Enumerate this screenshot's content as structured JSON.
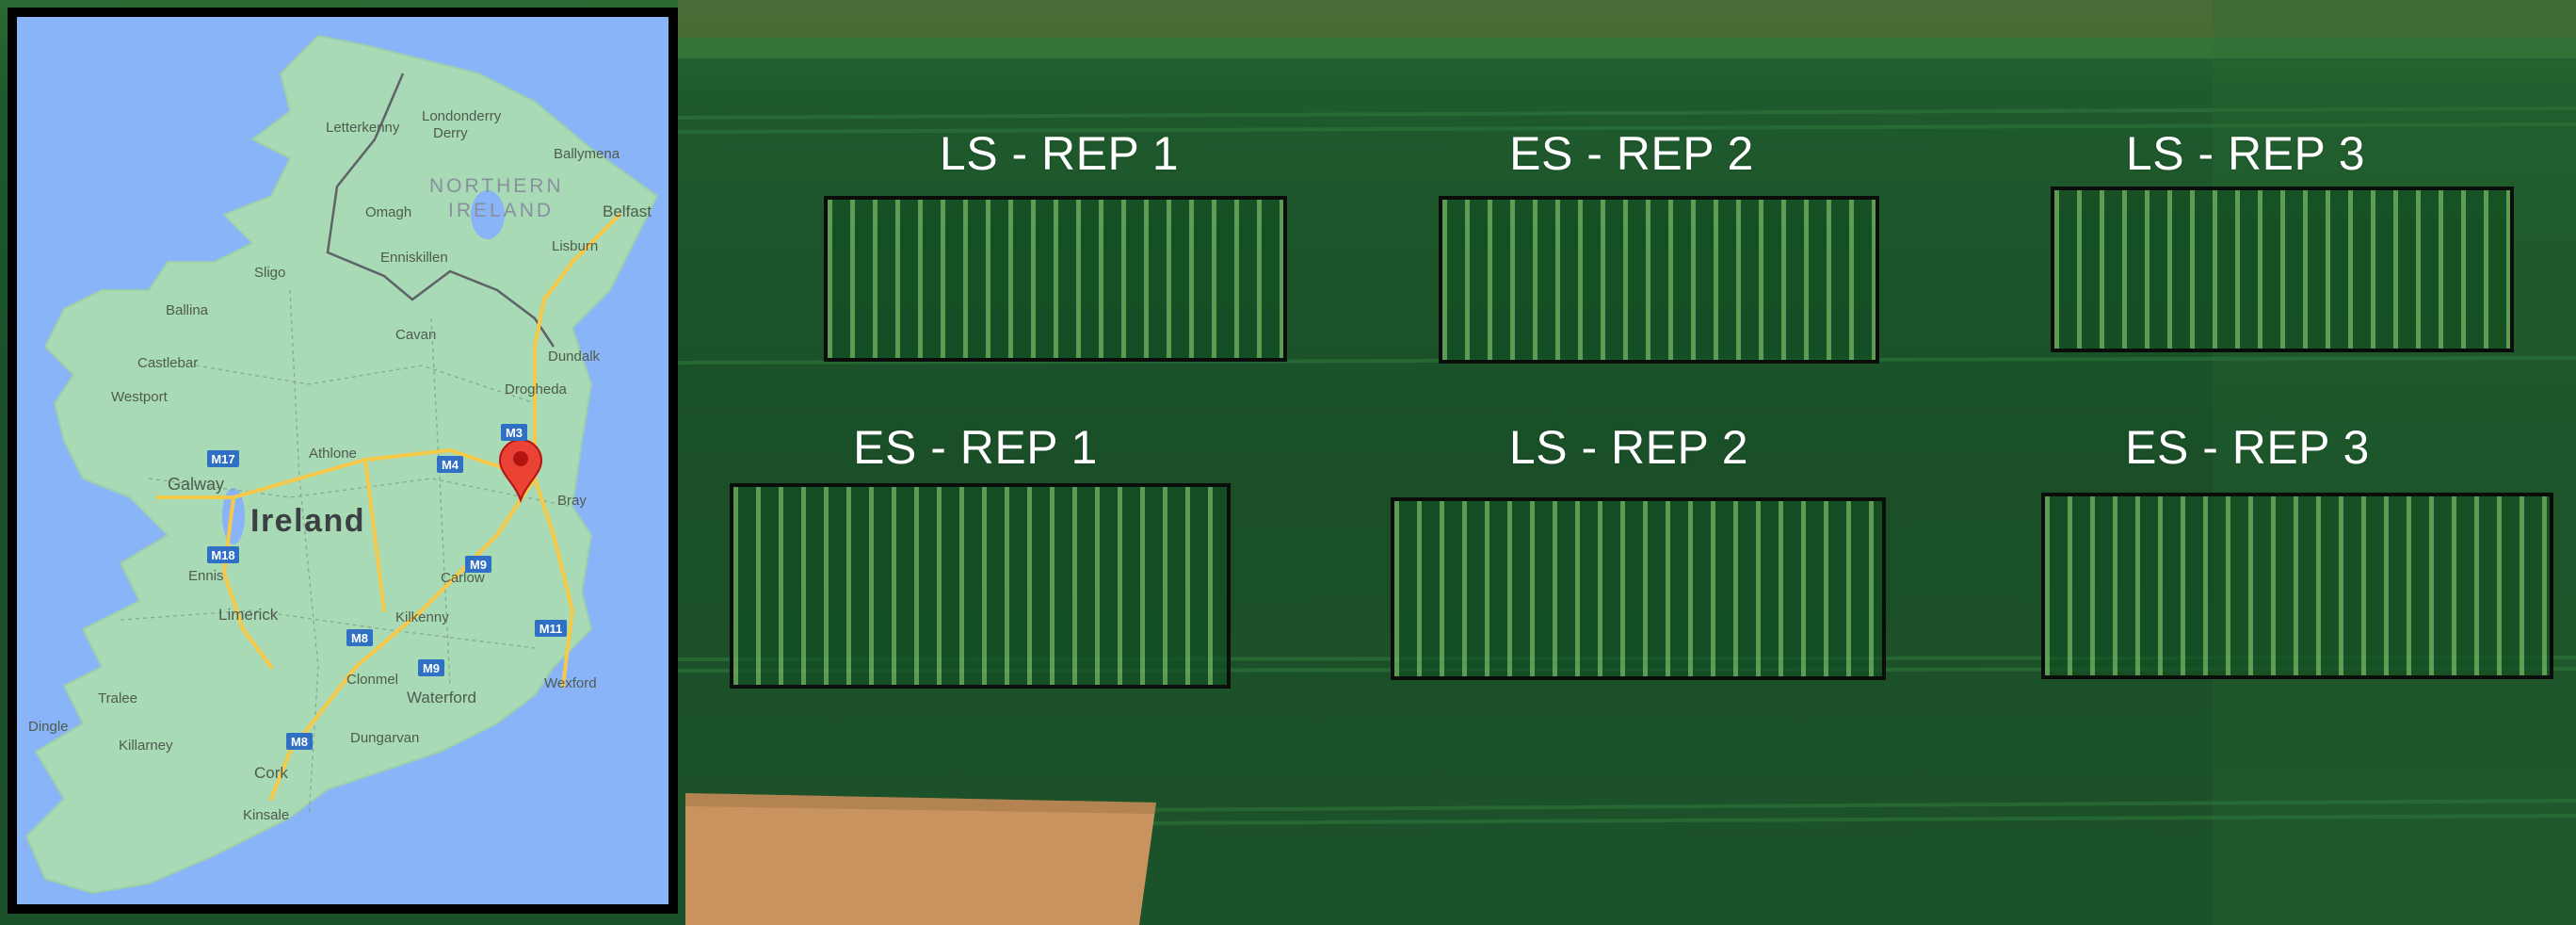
{
  "plots": [
    {
      "id": "ls-rep-1",
      "label": "LS - REP 1"
    },
    {
      "id": "es-rep-2",
      "label": "ES - REP 2"
    },
    {
      "id": "ls-rep-3",
      "label": "LS - REP 3"
    },
    {
      "id": "es-rep-1",
      "label": "ES - REP 1"
    },
    {
      "id": "ls-rep-2",
      "label": "LS - REP 2"
    },
    {
      "id": "es-rep-3",
      "label": "ES - REP 3"
    }
  ],
  "inset_map": {
    "country_label": "Ireland",
    "region_label_line1": "NORTHERN",
    "region_label_line2": "IRELAND",
    "places": [
      "Londonderry",
      "Derry",
      "Letterkenny",
      "Ballymena",
      "Belfast",
      "Lisburn",
      "Omagh",
      "Enniskillen",
      "Sligo",
      "Ballina",
      "Castlebar",
      "Westport",
      "Cavan",
      "Dundalk",
      "Drogheda",
      "Athlone",
      "Galway",
      "Bray",
      "Ennis",
      "Limerick",
      "Kilkenny",
      "Carlow",
      "Clonmel",
      "Waterford",
      "Wexford",
      "Tralee",
      "Killarney",
      "Dingle",
      "Dungarvan",
      "Cork",
      "Kinsale"
    ],
    "road_badges": [
      "M17",
      "M4",
      "M3",
      "M18",
      "M9",
      "M8",
      "M9",
      "M11",
      "M8"
    ],
    "marker": "location-pin"
  },
  "colors": {
    "field_dark": "#1a4d27",
    "field_mid": "#245e2e",
    "soil": "#c9935f",
    "sea": "#8ab4f8",
    "land": "#a8dab5",
    "marker": "#ea4335",
    "frame": "#000000"
  }
}
